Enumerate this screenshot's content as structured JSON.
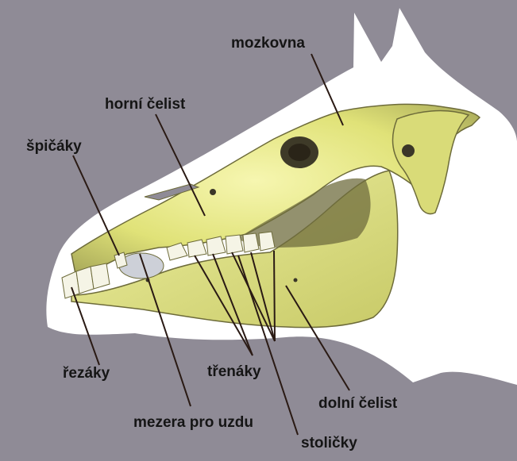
{
  "labels": {
    "mozkovna": "mozkovna",
    "horni_celist": "horní čelist",
    "spicaky": "špičáky",
    "rezaky": "řezáky",
    "trenaky": "třenáky",
    "dolni_celist": "dolní čelist",
    "mezera_pro_uzdu": "mezera pro uzdu",
    "stolicky": "stoličky"
  },
  "colors": {
    "background": "#8f8b96",
    "head_silhouette": "#ffffff",
    "bone": "#e2e47a",
    "bone_light": "#f4f4a8",
    "bone_shadow": "#8c8a4c",
    "leader_line": "#2a1a14",
    "text": "#151515"
  }
}
